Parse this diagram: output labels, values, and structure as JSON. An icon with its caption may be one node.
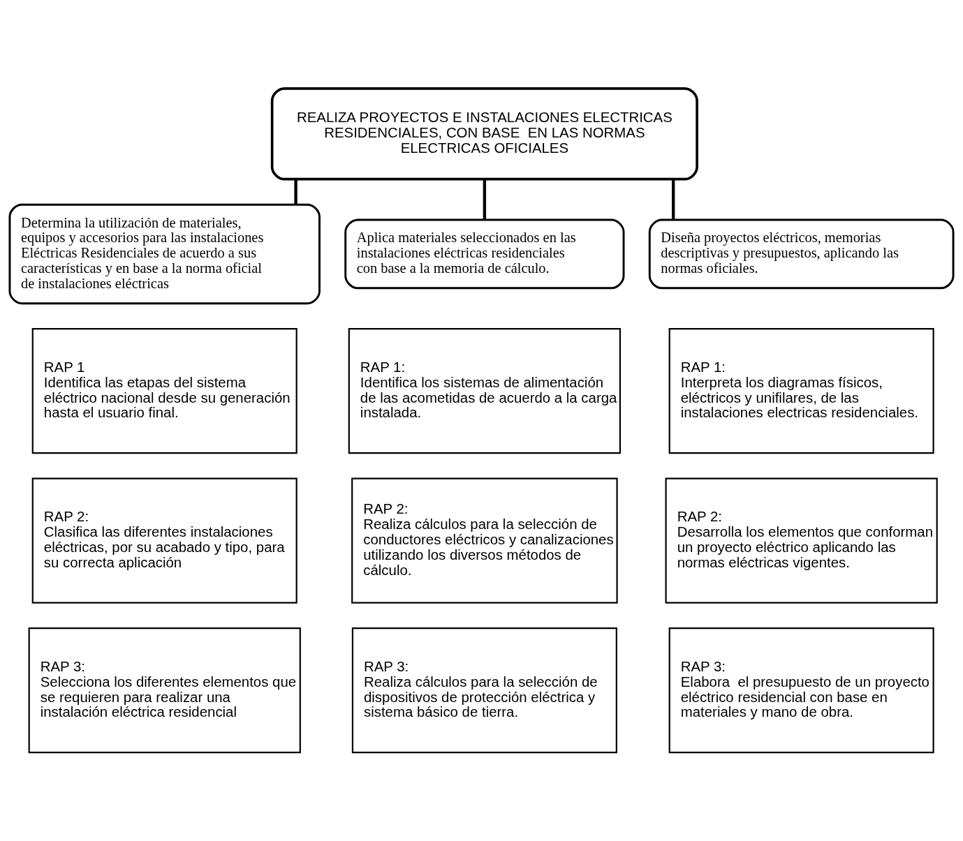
{
  "diagram": {
    "nodes": [
      {
        "text": [
          "REALIZA PROYECTOS E INSTALACIONES ELECTRICAS RESIDENCIALES, CON BASE  EN LAS NORMAS ELECTRICAS OFICIALES"
        ]
      },
      {
        "text": [
          "Determina la utilización de materiales, equipos y accesorios para las instalaciones Eléctricas Residenciales de acuerdo a sus características y en base a la norma oficial de instalaciones eléctricas"
        ]
      },
      {
        "text": [
          "Aplica materiales seleccionados en las instalaciones eléctricas residenciales con base a la memoria de cálculo."
        ]
      },
      {
        "text": [
          "Diseña proyectos eléctricos, memorias descriptivas y presupuestos, aplicando las normas oficiales."
        ]
      },
      {
        "text": [
          "RAP 1",
          "Identifica las etapas del sistema eléctrico nacional desde su generación hasta el usuario final."
        ]
      },
      {
        "text": [
          "RAP 2:",
          "Clasifica las diferentes instalaciones eléctricas, por su acabado y tipo, para su correcta aplicación"
        ]
      },
      {
        "text": [
          "RAP 3:",
          "Selecciona los diferentes elementos que se requieren para realizar una instalación eléctrica residencial"
        ]
      },
      {
        "text": [
          "RAP 1:",
          "Identifica los sistemas de alimentación de las acometidas de acuerdo a la carga instalada."
        ]
      },
      {
        "text": [
          "RAP 2:",
          "Realiza cálculos para la selección de conductores eléctricos y canalizaciones utilizando los diversos métodos de cálculo."
        ]
      },
      {
        "text": [
          "RAP 3:",
          "Realiza cálculos para la selección de dispositivos de protección eléctrica y sistema básico de tierra."
        ]
      },
      {
        "text": [
          "RAP 1:",
          "Interpreta los diagramas físicos, eléctricos y unifilares, de las instalaciones electricas residenciales."
        ]
      },
      {
        "text": [
          "RAP 2:",
          "Desarrolla los elementos que conforman un proyecto eléctrico aplicando las normas eléctricas vigentes."
        ]
      },
      {
        "text": [
          "RAP 3:",
          "Elabora  el presupuesto de un proyecto eléctrico residencial con base en materiales y mano de obra."
        ]
      }
    ],
    "edges": [
      {
        "from": 0,
        "to": 1,
        "arrow": "none"
      },
      {
        "from": 0,
        "to": 2,
        "arrow": "none"
      },
      {
        "from": 0,
        "to": 3,
        "arrow": "none"
      }
    ]
  }
}
